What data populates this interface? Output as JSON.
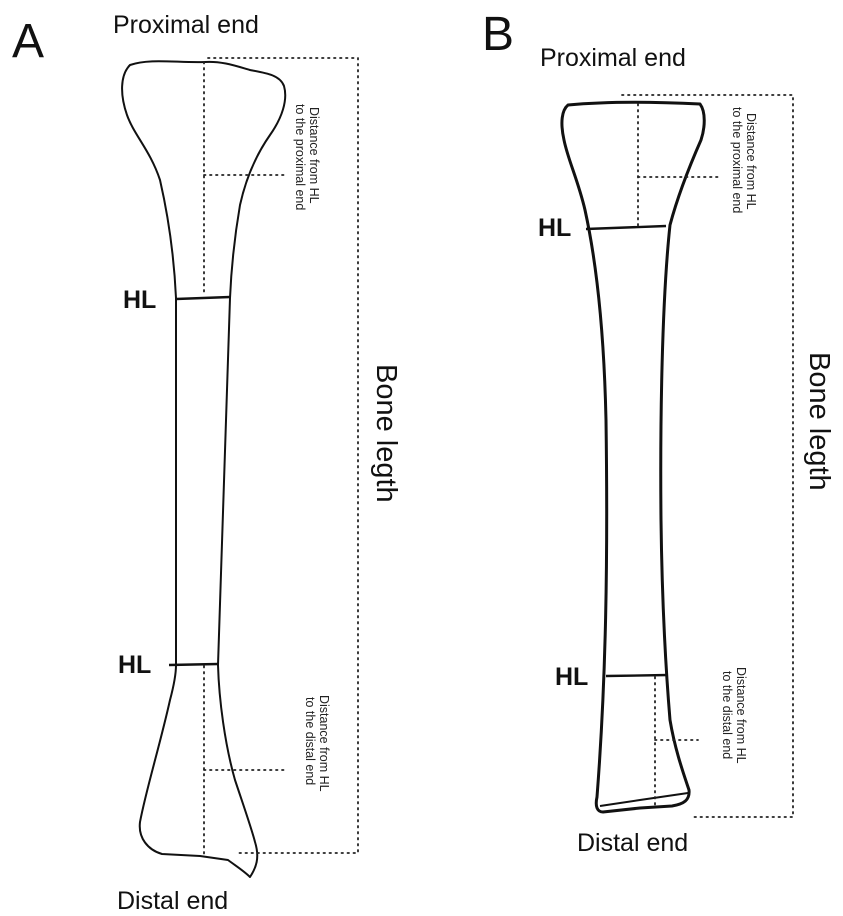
{
  "panels": [
    {
      "letter": "A",
      "proximal_label": "Proximal end",
      "distal_label": "Distal end",
      "hl_top_label": "HL",
      "hl_bottom_label": "HL",
      "length_label": "Bone legth",
      "proximal_distance_line1": "Distance from HL",
      "proximal_distance_line2": "to the proximal end",
      "distal_distance_line1": "Distance from HL",
      "distal_distance_line2": "to the distal end"
    },
    {
      "letter": "B",
      "proximal_label": "Proximal end",
      "distal_label": "Distal end",
      "hl_top_label": "HL",
      "hl_bottom_label": "HL",
      "length_label": "Bone legth",
      "proximal_distance_line1": "Distance from HL",
      "proximal_distance_line2": "to the proximal end",
      "distal_distance_line1": "Distance from HL",
      "distal_distance_line2": "to the distal end"
    }
  ],
  "colors": {
    "line": "#111111",
    "background": "#ffffff"
  }
}
